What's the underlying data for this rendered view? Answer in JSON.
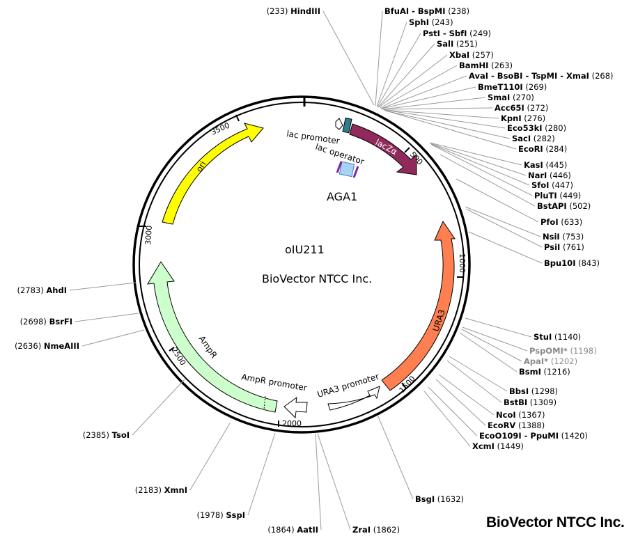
{
  "plasmid": {
    "name": "oIU211",
    "center_label": "BioVector NTCC Inc.",
    "insert_label": "AGA1",
    "watermark": "BioVector NTCC Inc."
  },
  "scale_ticks": [
    "500",
    "1000",
    "1500",
    "2000",
    "2500",
    "3000",
    "3500"
  ],
  "features": [
    {
      "id": "ori",
      "name": "ori",
      "color": "#ffff00"
    },
    {
      "id": "lacz",
      "name": "lacZα",
      "color": "#8f2a5a"
    },
    {
      "id": "ura3",
      "name": "URA3",
      "color": "#ff7f50"
    },
    {
      "id": "ampr",
      "name": "AmpR",
      "color": "#ccffcc"
    },
    {
      "id": "ampr-promoter",
      "name": "AmpR promoter",
      "color": "#ffffff"
    },
    {
      "id": "ura3-promoter",
      "name": "URA3 promoter",
      "color": "#ffffff"
    },
    {
      "id": "lac-promoter",
      "name": "lac promoter",
      "color": "#ffffff"
    },
    {
      "id": "lac-operator",
      "name": "lac operator",
      "color": "#2e7d8c"
    }
  ],
  "sites": [
    {
      "name": "HindIII",
      "pos": "233",
      "side": "left"
    },
    {
      "name": "BfuAI - BspMI",
      "pos": "238"
    },
    {
      "name": "SphI",
      "pos": "243"
    },
    {
      "name": "PstI - SbfI",
      "pos": "249"
    },
    {
      "name": "SalI",
      "pos": "251"
    },
    {
      "name": "XbaI",
      "pos": "257"
    },
    {
      "name": "BamHI",
      "pos": "263"
    },
    {
      "name": "AvaI - BsoBI - TspMI - XmaI",
      "pos": "268"
    },
    {
      "name": "BmeT110I",
      "pos": "269"
    },
    {
      "name": "SmaI",
      "pos": "270"
    },
    {
      "name": "Acc65I",
      "pos": "272"
    },
    {
      "name": "KpnI",
      "pos": "276"
    },
    {
      "name": "Eco53kI",
      "pos": "280"
    },
    {
      "name": "SacI",
      "pos": "282"
    },
    {
      "name": "EcoRI",
      "pos": "284"
    },
    {
      "name": "KasI",
      "pos": "445"
    },
    {
      "name": "NarI",
      "pos": "446"
    },
    {
      "name": "SfoI",
      "pos": "447"
    },
    {
      "name": "PluTI",
      "pos": "449"
    },
    {
      "name": "BstAPI",
      "pos": "502"
    },
    {
      "name": "PfoI",
      "pos": "633"
    },
    {
      "name": "NsiI",
      "pos": "753"
    },
    {
      "name": "PsiI",
      "pos": "761"
    },
    {
      "name": "Bpu10I",
      "pos": "843"
    },
    {
      "name": "StuI",
      "pos": "1140"
    },
    {
      "name": "PspOMI*",
      "pos": "1198",
      "gray": true
    },
    {
      "name": "ApaI*",
      "pos": "1202",
      "gray": true
    },
    {
      "name": "BsmI",
      "pos": "1216"
    },
    {
      "name": "BbsI",
      "pos": "1298"
    },
    {
      "name": "BstBI",
      "pos": "1309"
    },
    {
      "name": "NcoI",
      "pos": "1367"
    },
    {
      "name": "EcoRV",
      "pos": "1388"
    },
    {
      "name": "EcoO109I - PpuMI",
      "pos": "1420"
    },
    {
      "name": "XcmI",
      "pos": "1449"
    },
    {
      "name": "BsgI",
      "pos": "1632"
    },
    {
      "name": "ZraI",
      "pos": "1862"
    },
    {
      "name": "AatII",
      "pos": "1864",
      "side": "left"
    },
    {
      "name": "SspI",
      "pos": "1978",
      "side": "left"
    },
    {
      "name": "XmnI",
      "pos": "2183",
      "side": "left"
    },
    {
      "name": "TsoI",
      "pos": "2385",
      "side": "left"
    },
    {
      "name": "NmeAIII",
      "pos": "2636",
      "side": "left"
    },
    {
      "name": "BsrFI",
      "pos": "2698",
      "side": "left"
    },
    {
      "name": "AhdI",
      "pos": "2783",
      "side": "left"
    }
  ]
}
